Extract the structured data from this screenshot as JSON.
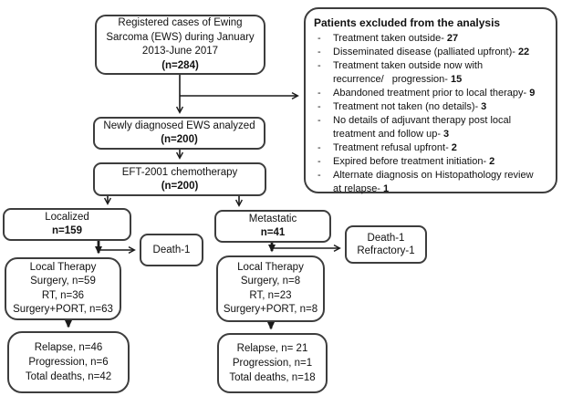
{
  "diagram": {
    "colors": {
      "background": "#ffffff",
      "box_border": "#3d3d3d",
      "line": "#1a1a1a",
      "text": "#111111"
    },
    "boxes": {
      "registered": {
        "lines": [
          "Registered cases of Ewing",
          "Sarcoma (EWS) during January",
          "2013-June 2017"
        ],
        "n": "(n=284)"
      },
      "excluded": {
        "title": "Patients excluded from the analysis",
        "bullet": "-",
        "items": [
          {
            "text": "Treatment taken outside-",
            "value": "27"
          },
          {
            "text": "Disseminated disease (palliated upfront)-",
            "value": "22"
          },
          {
            "text": "Treatment taken outside now with\nrecurrence/   progression-",
            "value": "15"
          },
          {
            "text": "Abandoned treatment prior to local therapy-",
            "value": "9"
          },
          {
            "text": "Treatment not taken (no details)-",
            "value": "3"
          },
          {
            "text": "No details of adjuvant therapy post local\ntreatment and follow up-",
            "value": "3"
          },
          {
            "text": "Treatment refusal upfront-",
            "value": "2"
          },
          {
            "text": "Expired before treatment initiation-",
            "value": "2"
          },
          {
            "text": "Alternate diagnosis on Histopathology review\nat relapse-",
            "value": "1"
          }
        ]
      },
      "newly_diagnosed": {
        "line": "Newly diagnosed EWS analyzed",
        "n": "(n=200)"
      },
      "chemotherapy": {
        "line": "EFT-2001 chemotherapy",
        "n": "(n=200)"
      },
      "localized": {
        "label": "Localized",
        "n": "n=159"
      },
      "metastatic": {
        "label": "Metastatic",
        "n": "n=41"
      },
      "death_localized": {
        "lines": [
          "Death-1"
        ]
      },
      "death_metastatic": {
        "lines": [
          "Death-1",
          "Refractory-1"
        ]
      },
      "local_therapy_localized": {
        "lines": [
          "Local Therapy",
          "Surgery, n=59",
          "RT, n=36",
          "Surgery+PORT, n=63"
        ]
      },
      "local_therapy_metastatic": {
        "lines": [
          "Local Therapy",
          "Surgery, n=8",
          "RT, n=23",
          "Surgery+PORT, n=8"
        ]
      },
      "outcomes_localized": {
        "lines": [
          "Relapse, n=46",
          "Progression, n=6",
          "Total deaths, n=42"
        ]
      },
      "outcomes_metastatic": {
        "lines": [
          "Relapse, n= 21",
          "Progression, n=1",
          "Total deaths, n=18"
        ]
      }
    }
  }
}
